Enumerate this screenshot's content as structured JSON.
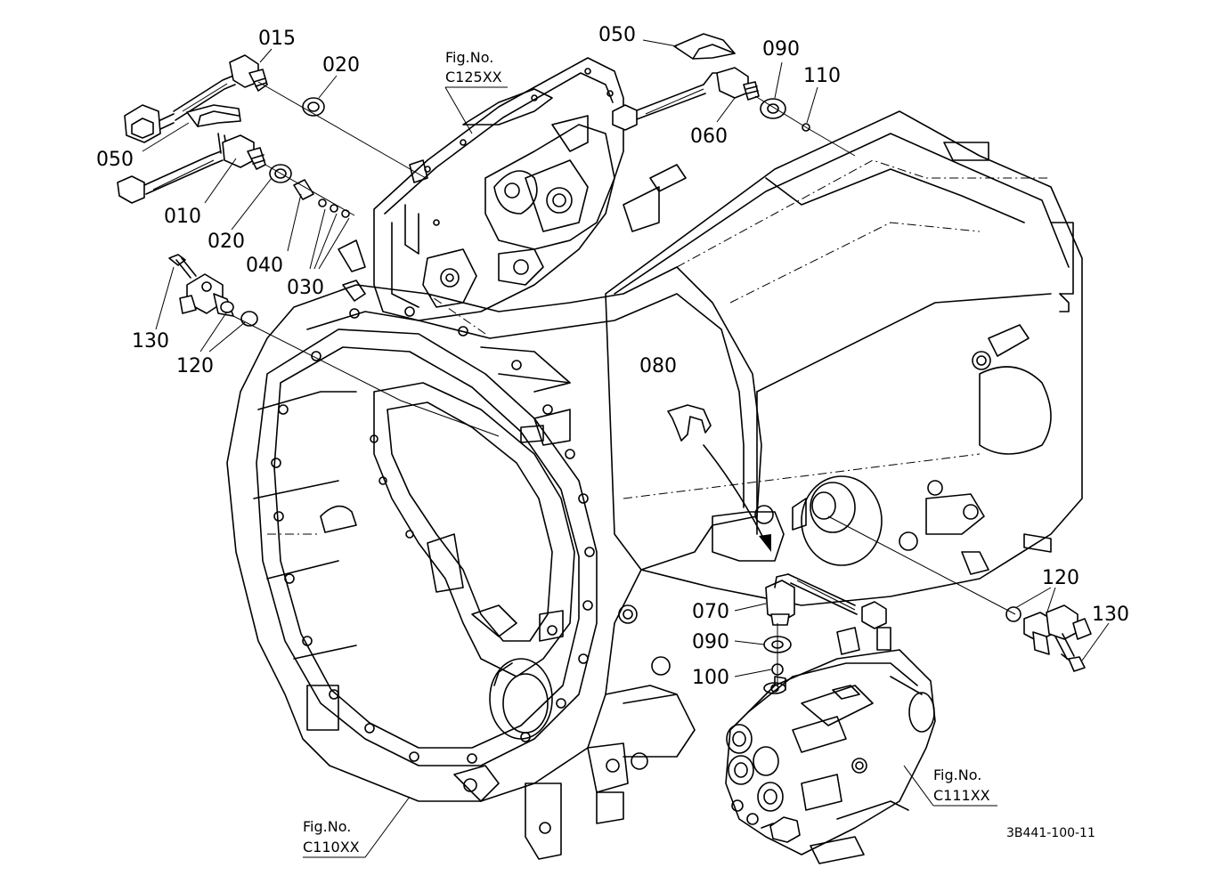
{
  "labels": {
    "p015": "015",
    "p020a": "020",
    "p050a": "050",
    "p010": "010",
    "p020b": "020",
    "p040": "040",
    "p030": "030",
    "p130a": "130",
    "p120a": "120",
    "p050b": "050",
    "p090a": "090",
    "p110": "110",
    "p060": "060",
    "p080": "080",
    "p070": "070",
    "p090b": "090",
    "p100": "100",
    "p120b": "120",
    "p130b": "130"
  },
  "figure_refs": {
    "c125": {
      "prefix": "Fig.No.",
      "code": "C125XX"
    },
    "c110": {
      "prefix": "Fig.No.",
      "code": "C110XX"
    },
    "c111": {
      "prefix": "Fig.No.",
      "code": "C111XX"
    }
  },
  "drawing_code": "3B441-100-11"
}
